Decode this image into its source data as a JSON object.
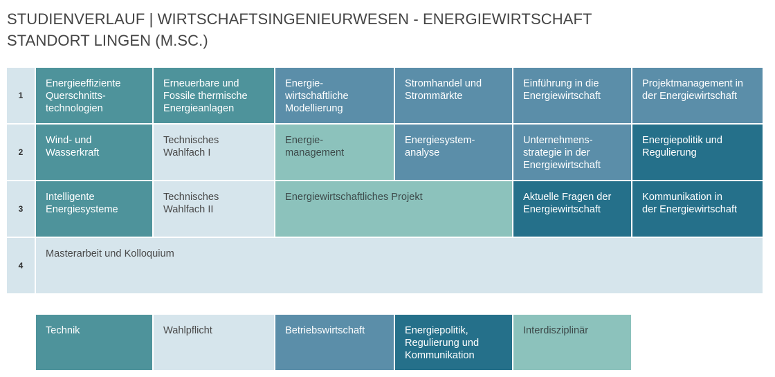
{
  "title": {
    "line1": "STUDIENVERLAUF | WIRTSCHAFTSINGENIEURWESEN - ENERGIEWIRTSCHAFT",
    "line2": "STANDORT LINGEN (M.SC.)"
  },
  "rows": [
    {
      "label": "1",
      "cells": [
        "Energieeffiziente\nQuerschnitts-\ntechnologien",
        "Erneuerbare und\nFossile thermische\nEnergieanlagen",
        "Energie-\nwirtschaftliche\nModellierung",
        "Stromhandel und\nStrommärkte",
        "Einführung in die\nEnergiewirtschaft",
        "Projektmanagement in\nder Energiewirtschaft"
      ]
    },
    {
      "label": "2",
      "cells": [
        "Wind- und\nWasserkraft",
        "Technisches\nWahlfach I",
        "Energie-\nmanagement",
        "Energiesystem-\nanalyse",
        "Unternehmens-\nstrategie in der\nEnergiewirtschaft",
        "Energiepolitik und\nRegulierung"
      ]
    },
    {
      "label": "3",
      "cells": [
        "Intelligente\nEnergiesysteme",
        "Technisches\nWahlfach II",
        "Energiewirtschaftliches Projekt",
        "Aktuelle Fragen der\nEnergiewirtschaft",
        "Kommunikation in\nder Energiewirtschaft"
      ]
    },
    {
      "label": "4",
      "cells": [
        "Masterarbeit und Kolloquium"
      ]
    }
  ],
  "legend": [
    "Technik",
    "Wahlpflicht",
    "Betriebswirtschaft",
    "Energiepolitik,\nRegulierung und\nKommunikation",
    "Interdisziplinär"
  ],
  "colors": {
    "technik": "#4e939b",
    "wahlpflicht": "#d6e5ec",
    "betriebswirtschaft": "#5b8ea9",
    "energiepolitik": "#25708a",
    "interdisziplinaer": "#8cc2bc"
  }
}
